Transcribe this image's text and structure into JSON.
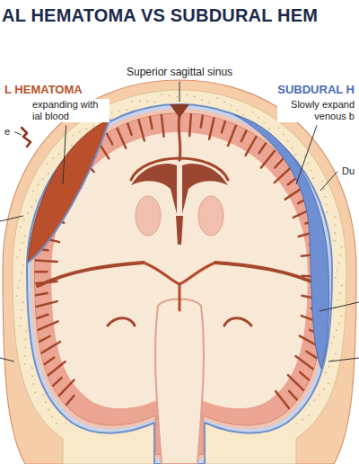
{
  "diagram": {
    "title": "AL HEMATOMA VS SUBDURAL HEM",
    "labels": [
      "L HEMATOMA",
      "expanding with ial blood",
      "Superior sagittal sinus",
      "SUBDURAL H",
      "Slowly expand venous b",
      "Du",
      "e"
    ]
  }
}
